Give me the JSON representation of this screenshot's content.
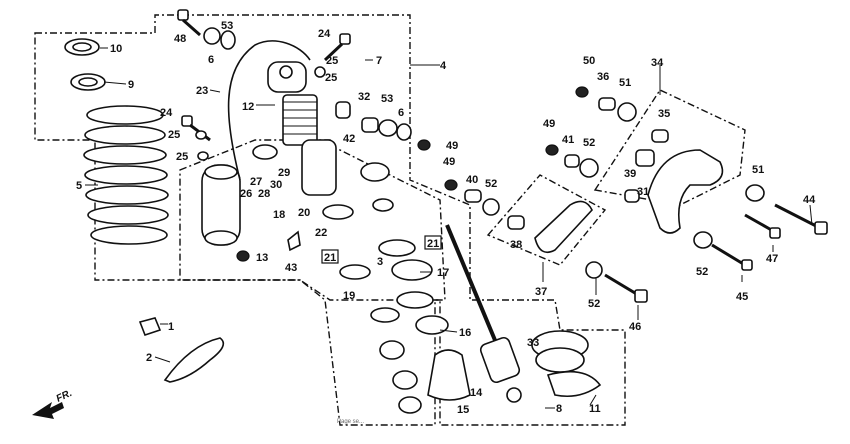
{
  "diagram": {
    "front_indicator": "FR.",
    "footer_text": "Page se...",
    "boxed_callouts": [
      "21",
      "21"
    ],
    "callouts": [
      "1",
      "2",
      "3",
      "4",
      "5",
      "6",
      "6",
      "7",
      "8",
      "9",
      "10",
      "11",
      "12",
      "13",
      "14",
      "15",
      "16",
      "17",
      "18",
      "19",
      "20",
      "22",
      "23",
      "24",
      "24",
      "25",
      "25",
      "25",
      "25",
      "26",
      "27",
      "28",
      "29",
      "30",
      "31",
      "32",
      "33",
      "34",
      "35",
      "36",
      "37",
      "38",
      "39",
      "40",
      "41",
      "42",
      "43",
      "44",
      "45",
      "46",
      "47",
      "48",
      "49",
      "49",
      "49",
      "50",
      "51",
      "51",
      "52",
      "52",
      "52",
      "52",
      "53",
      "53"
    ]
  }
}
